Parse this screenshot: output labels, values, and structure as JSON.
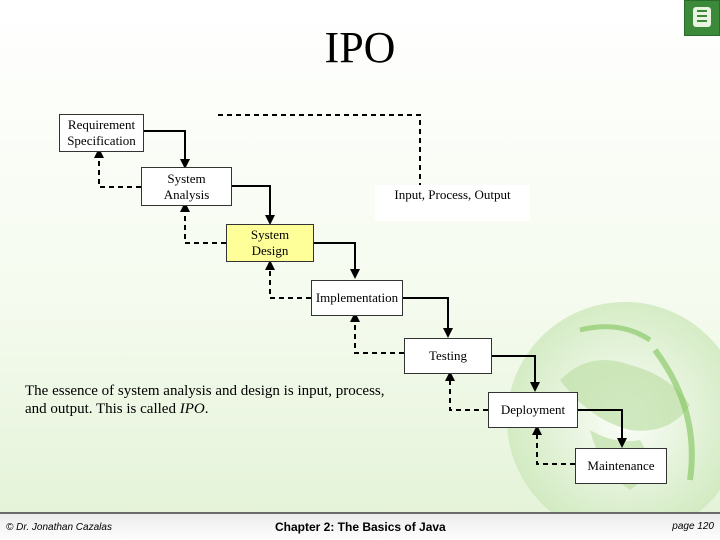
{
  "title": "IPO",
  "stages": [
    {
      "id": "req",
      "lines": [
        "Requirement",
        "Specification"
      ]
    },
    {
      "id": "analysis",
      "lines": [
        "System",
        "Analysis"
      ]
    },
    {
      "id": "design",
      "lines": [
        "System",
        "Design"
      ]
    },
    {
      "id": "impl",
      "lines": [
        "Implementation"
      ]
    },
    {
      "id": "testing",
      "lines": [
        "Testing"
      ]
    },
    {
      "id": "deploy",
      "lines": [
        "Deployment"
      ]
    },
    {
      "id": "maint",
      "lines": [
        "Maintenance"
      ]
    }
  ],
  "ipo_label": "Input, Process, Output",
  "essence": {
    "text": "The essence of system analysis and design is input, process, and output. This is called ",
    "emph": "IPO",
    "end": "."
  },
  "footer": {
    "left": "© Dr. Jonathan Cazalas",
    "center": "Chapter 2: The Basics of Java",
    "right": "page 120"
  },
  "colors": {
    "highlight": "#ffff99",
    "background_green": "#e3f2d6"
  }
}
